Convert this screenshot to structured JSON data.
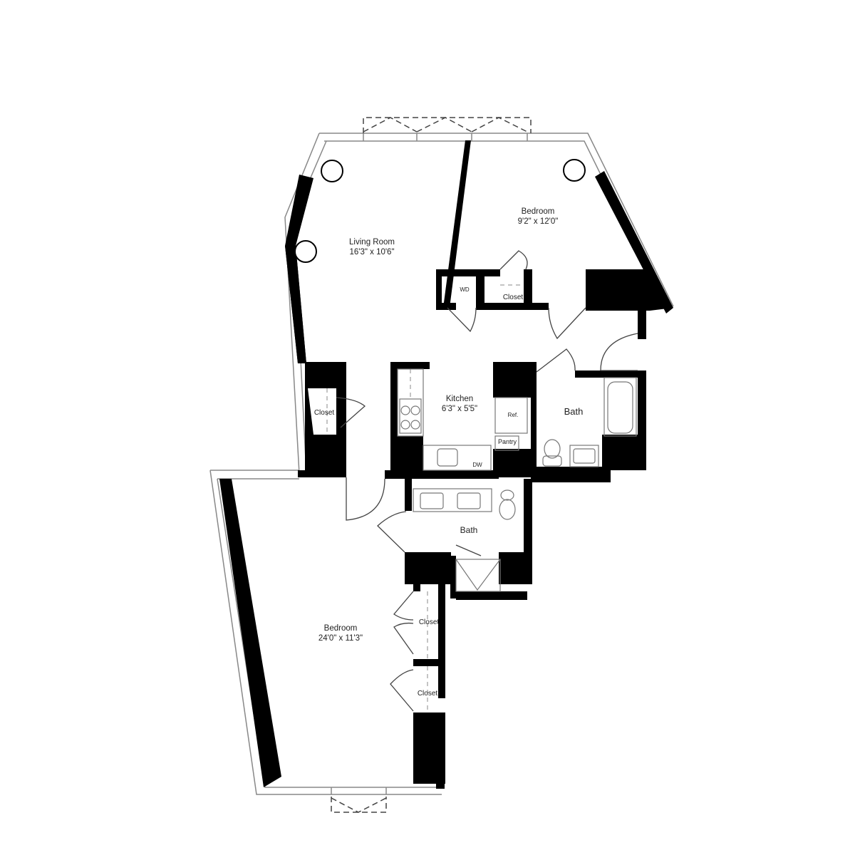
{
  "colors": {
    "wall": "#000000",
    "background": "#ffffff",
    "fixture": "#777777",
    "text": "#222222"
  },
  "rooms": {
    "living": {
      "name": "Living Room",
      "dims": "16'3\" x 10'6\""
    },
    "bedroom1": {
      "name": "Bedroom",
      "dims": "9'2\" x 12'0\""
    },
    "kitchen": {
      "name": "Kitchen",
      "dims": "6'3\" x 5'5\""
    },
    "bath1": {
      "name": "Bath"
    },
    "bath2": {
      "name": "Bath"
    },
    "bedroom2": {
      "name": "Bedroom",
      "dims": "24'0\" x 11'3\""
    }
  },
  "closets": {
    "closet_bed1": "Closet",
    "closet_living": "Closet",
    "closet_bed2_a": "Closet",
    "closet_bed2_b": "Closet"
  },
  "fixtures": {
    "washer_dryer": "WD",
    "refrigerator": "Ref.",
    "pantry": "Pantry",
    "dishwasher": "DW"
  }
}
